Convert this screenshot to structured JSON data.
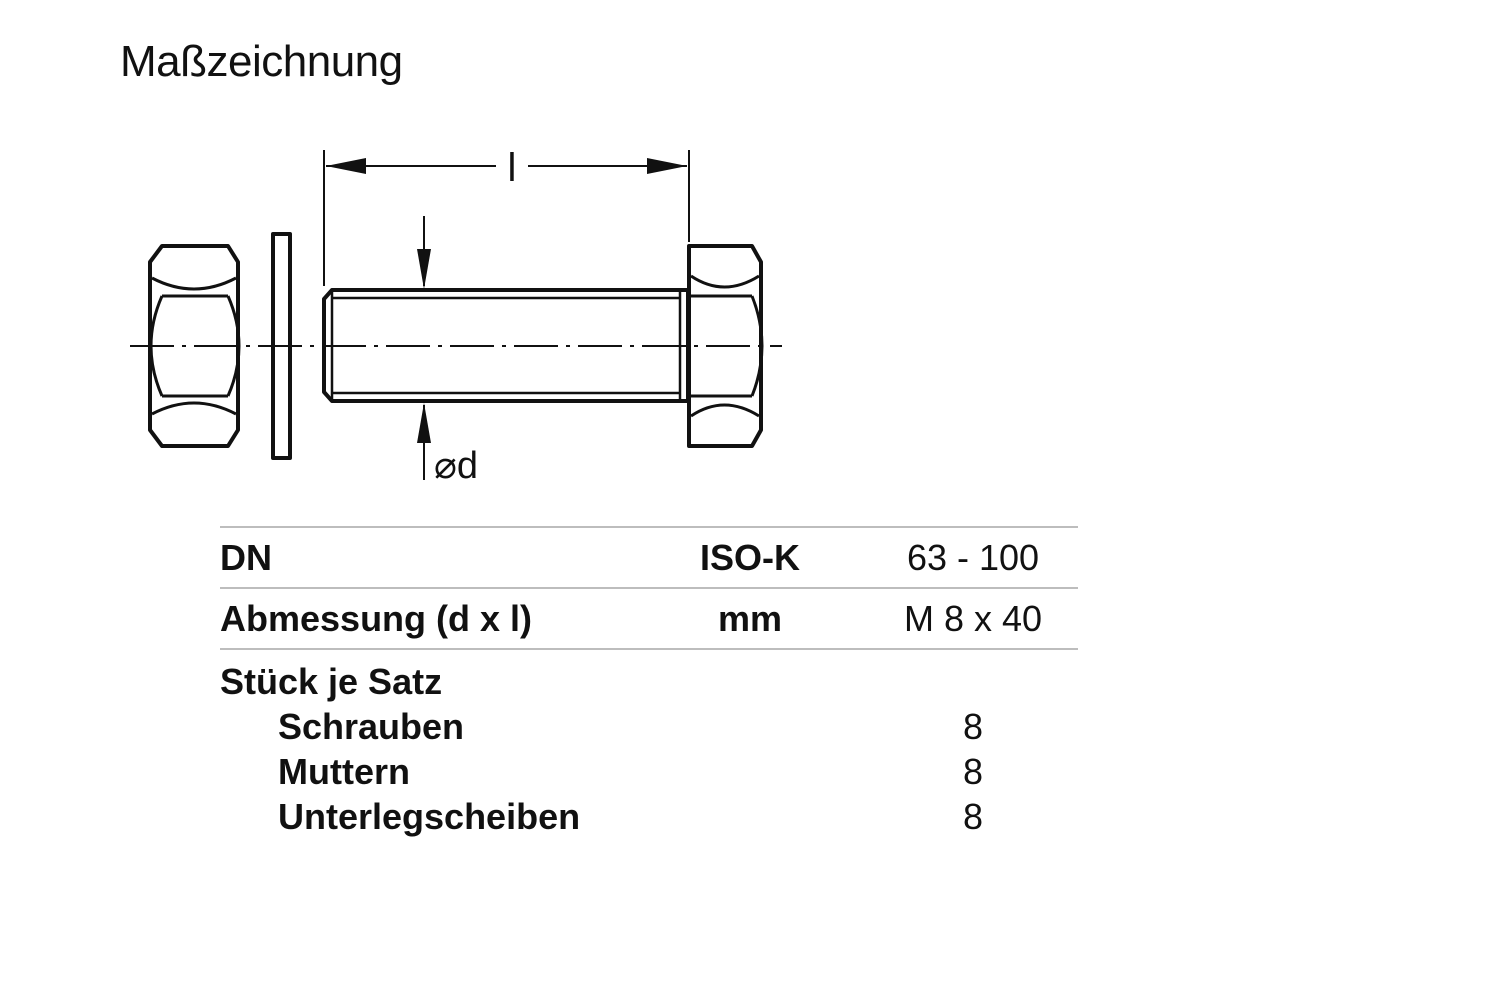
{
  "title": "Maßzeichnung",
  "drawing": {
    "length_label": "l",
    "diameter_label": "⌀d"
  },
  "table": {
    "rows": [
      {
        "label": "DN",
        "unit": "ISO-K",
        "value": "63 - 100"
      },
      {
        "label": "Abmessung  (d x l)",
        "unit": "mm",
        "value": "M 8 x 40"
      }
    ],
    "pieces_heading": "Stück  je Satz",
    "pieces": [
      {
        "label": "Schrauben",
        "value": "8"
      },
      {
        "label": "Muttern",
        "value": "8"
      },
      {
        "label": "Unterlegscheiben",
        "value": "8"
      }
    ]
  }
}
